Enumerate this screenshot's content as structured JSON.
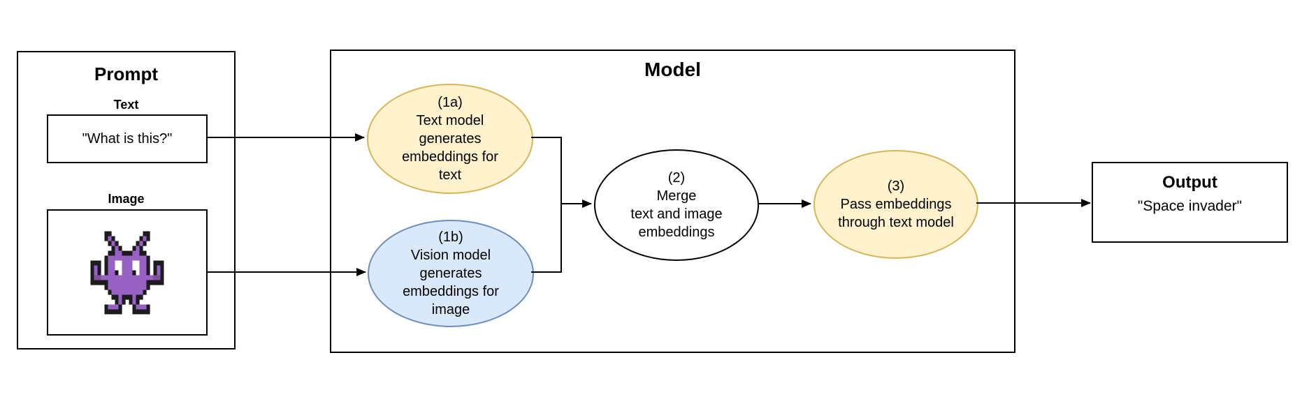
{
  "prompt": {
    "title": "Prompt",
    "text_section": {
      "label": "Text",
      "value": "\"What is this?\""
    },
    "image_section": {
      "label": "Image",
      "sprite": {
        "name": "space-invader-pixel-art",
        "palette": {
          "K": "#1c1b1e",
          "P": "#9861c4",
          "D": "#80519f",
          "W": "#ffffff",
          "B": "#141414"
        },
        "grid": [
          "....KK.........KK....",
          "....KPK.......KPK....",
          ".....KPK.....KPK.....",
          "......KPK...KPK......",
          ".....KKPPKKKPPKK.....",
          "....KPPPPPPPPPPPK....",
          "KKK.KPPWWPPPWWPPK.KKK",
          "KPK.KPPWWPPPWWPPK.KPK",
          "KPK.KPPBWPPPBWPPK.KPK",
          "KDDPPPPPPPPPPPPPPPDDK",
          "KKKKKPPPPPPPPPPPKKKKK",
          "....KPPPPPPPPPPPK....",
          ".....KPPPPPPPPPK.....",
          "......KKPKKKPKK......",
          ".......KPK.KPK.......",
          "....KPPPK...KPPPK....",
          "....KKKKK...KKKKK...."
        ]
      }
    }
  },
  "model": {
    "title": "Model",
    "steps": [
      {
        "id": "1a",
        "lines": [
          "(1a)",
          "Text model",
          "generates",
          "embeddings for",
          "text"
        ],
        "fill": "#FFF2CC",
        "stroke": "#D6B656"
      },
      {
        "id": "1b",
        "lines": [
          "(1b)",
          "Vision model",
          "generates",
          "embeddings for",
          "image"
        ],
        "fill": "#DAE8FC",
        "stroke": "#6C8EBF"
      },
      {
        "id": "2",
        "lines": [
          "(2)",
          "Merge",
          "text and image",
          "embeddings"
        ],
        "fill": "#FFFFFF",
        "stroke": "#000000"
      },
      {
        "id": "3",
        "lines": [
          "(3)",
          "Pass embeddings",
          "through text model"
        ],
        "fill": "#FFF2CC",
        "stroke": "#D6B656"
      }
    ]
  },
  "output": {
    "title": "Output",
    "value": "\"Space invader\""
  },
  "colors": {
    "line": "#000000",
    "background": "#ffffff"
  }
}
